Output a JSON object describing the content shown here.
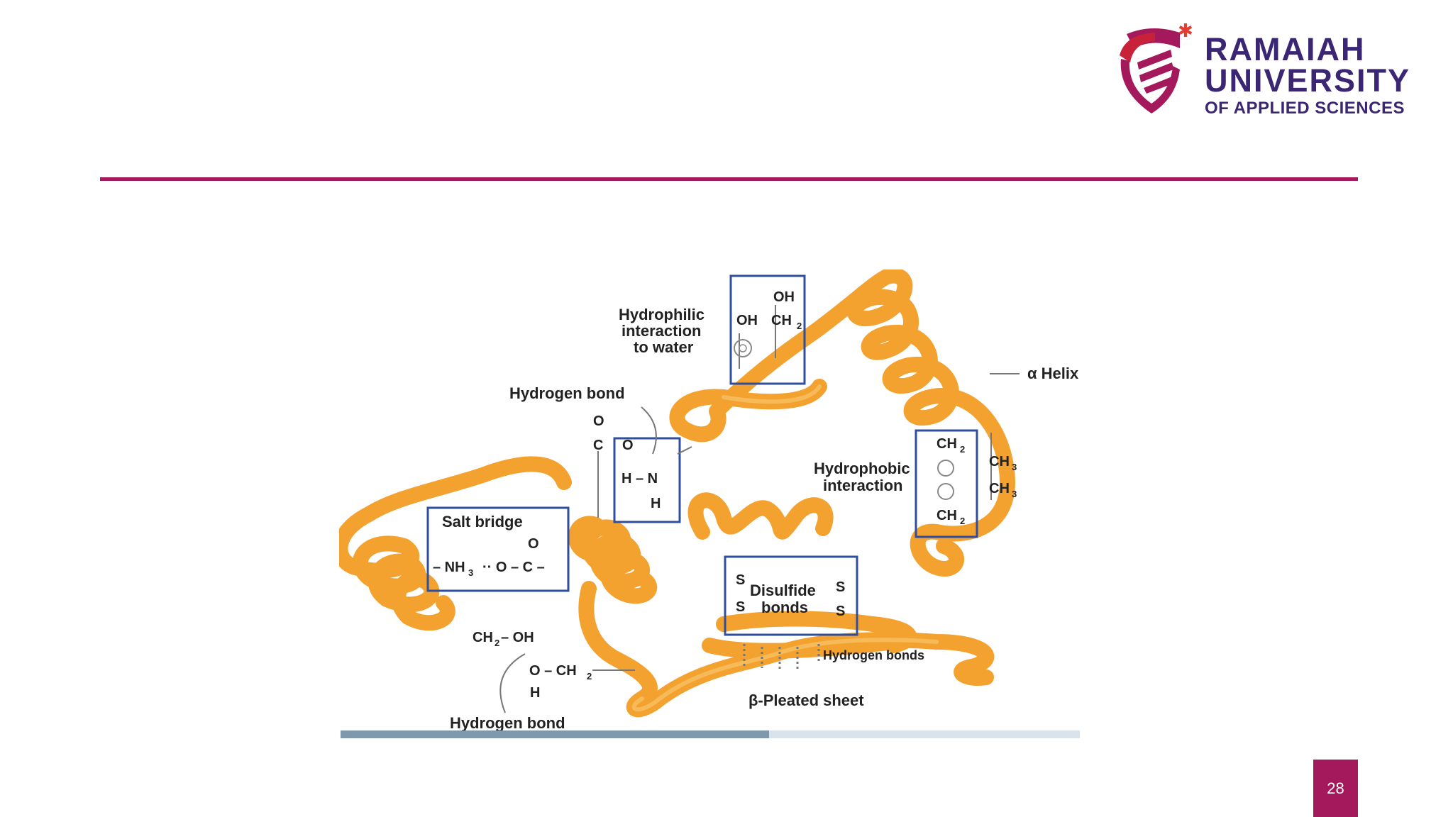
{
  "logo": {
    "line1": "RAMAIAH",
    "line2": "UNIVERSITY",
    "line3": "OF APPLIED SCIENCES",
    "brand_color": "#a3195b",
    "text_color": "#3b2673"
  },
  "page_number": "28",
  "diagram": {
    "labels": {
      "hydrophilic_1": "Hydrophilic",
      "hydrophilic_2": "interaction",
      "hydrophilic_3": "to water",
      "oh_top": "OH",
      "oh_left": "OH",
      "ch2_top": "CH",
      "alpha_helix": "α Helix",
      "hydrogen_bond_top": "Hydrogen bond",
      "hydrophobic_1": "Hydrophobic",
      "hydrophobic_2": "interaction",
      "ch2_a": "CH",
      "ch3_a": "CH",
      "ch3_b": "CH",
      "ch2_b": "CH",
      "salt_bridge": "Salt bridge",
      "disulfide_1": "Disulfide",
      "disulfide_2": "bonds",
      "hydrogen_bonds": "Hydrogen bonds",
      "beta_sheet": "β-Pleated sheet",
      "hydrogen_bond_bottom": "Hydrogen bond",
      "ch2_oh": "CH",
      "o_ch2": "O – CH"
    },
    "colors": {
      "chain": "#f3a12f",
      "chain_highlight": "#f8c56a",
      "box": "#2f4f9e"
    }
  },
  "progress": {
    "fraction": 0.58
  }
}
